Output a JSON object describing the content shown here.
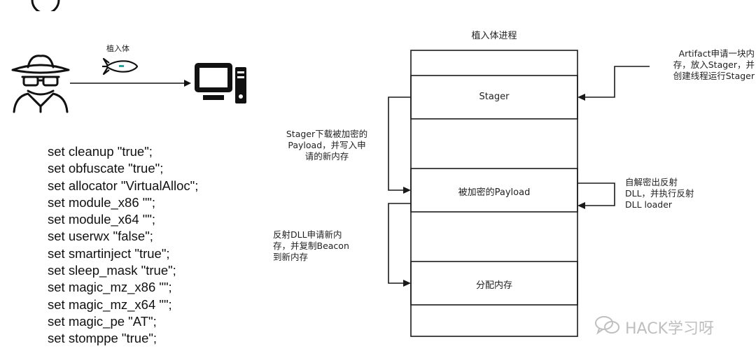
{
  "left": {
    "implant_label": "植入体",
    "config_lines": [
      "set cleanup \"true\";",
      "set obfuscate \"true\";",
      "set allocator \"VirtualAlloc\";",
      "set module_x86 \"\";",
      "set module_x64 \"\";",
      "set userwx \"false\";",
      "set smartinject \"true\";",
      "set sleep_mask \"true\";",
      "set magic_mz_x86 \"\";",
      "set magic_mz_x64 \"\";",
      "set magic_pe \"AT\";",
      "set stomppe \"true\";"
    ]
  },
  "memory": {
    "title": "植入体进程",
    "segments": [
      "Stager",
      "被加密的Payload",
      "分配内存"
    ]
  },
  "notes": {
    "artifact": [
      "Artifact申请一块内",
      "存，放入Stager，并",
      "创建线程运行Stager"
    ],
    "stager_download": [
      "Stager下载被加密的",
      "Payload，并写入申",
      "请的新内存"
    ],
    "self_decrypt": [
      "自解密出反射",
      "DLL，并执行反射",
      "DLL loader"
    ],
    "reflective_dll": [
      "反射DLL申请新内",
      "存，并复制Beacon",
      "到新内存"
    ]
  },
  "watermark": "HACK学习呀",
  "colors": {
    "line": "#1a1a1a",
    "watermark": "#bfbfbf"
  }
}
